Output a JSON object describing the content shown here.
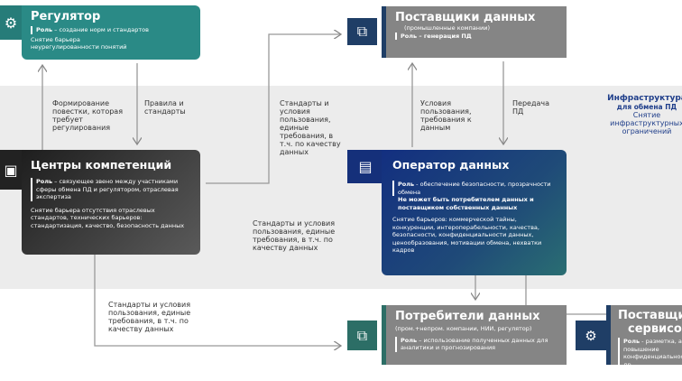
{
  "regulator": {
    "title": "Регулятор",
    "role_label": "Роль",
    "role": " – создание норм и стандартов",
    "barrier": "Снятие барьера неурегулированности понятий"
  },
  "suppliers": {
    "title": "Поставщики данных",
    "subtitle": "(промышленные компании)",
    "role_label": "Роль",
    "role": " – генерация ПД"
  },
  "centers": {
    "title": "Центры компетенций",
    "role_label": "Роль",
    "role": " – связующее звено между участниками сферы обмена ПД и регулятором, отраслевая экспертиза",
    "barrier": "Снятие барьера отсутствия отраслевых стандартов, технических барьеров: стандартизация, качество, безопасность данных"
  },
  "operator": {
    "title": "Оператор данных",
    "role_label": "Роль",
    "role": " - обеспечение безопасности, прозрачности обмена",
    "note": "Не может быть потребителем данных и поставщиком собственных данных",
    "barrier": "Снятие барьеров: коммерческой тайны, конкуренции, интероперабельности, качества, безопасности, конфиденциальности данных, ценообразования, мотивации обмена, нехватки кадров"
  },
  "consumers": {
    "title": "Потребители данных",
    "subtitle": "(пром.+непром. компании, НИИ, регулятор)",
    "role_label": "Роль",
    "role": " – использование полученных данных для аналитики и прогнозирования"
  },
  "services": {
    "title": "Поставщики сервисов",
    "role_label": "Роль",
    "role": " - разметка, анализ, повышение конфиденциальности и др."
  },
  "infra": {
    "title": "Инфраструктура",
    "subtitle": "для обмена ПД",
    "text": "Снятие инфраструктурных ограничений"
  },
  "labels": {
    "agenda": "Формирование повестки, которая требует регулирования",
    "rules": "Правила и стандарты",
    "standards_top": "Стандарты и условия пользования, единые требования, в т.ч. по качеству данных",
    "conditions": "Условия пользования, требования к данным",
    "transfer": "Передача ПД",
    "standards_mid": "Стандарты и  условия пользования, единые требования, в т.ч. по качеству  данных",
    "standards_bottom": "Стандарты и  условия пользования, единые требования, в т.ч. по качеству данных"
  },
  "colors": {
    "teal": "#2a8a86",
    "navy": "#1b3a6b",
    "gray": "#858585",
    "band": "#ececec"
  }
}
